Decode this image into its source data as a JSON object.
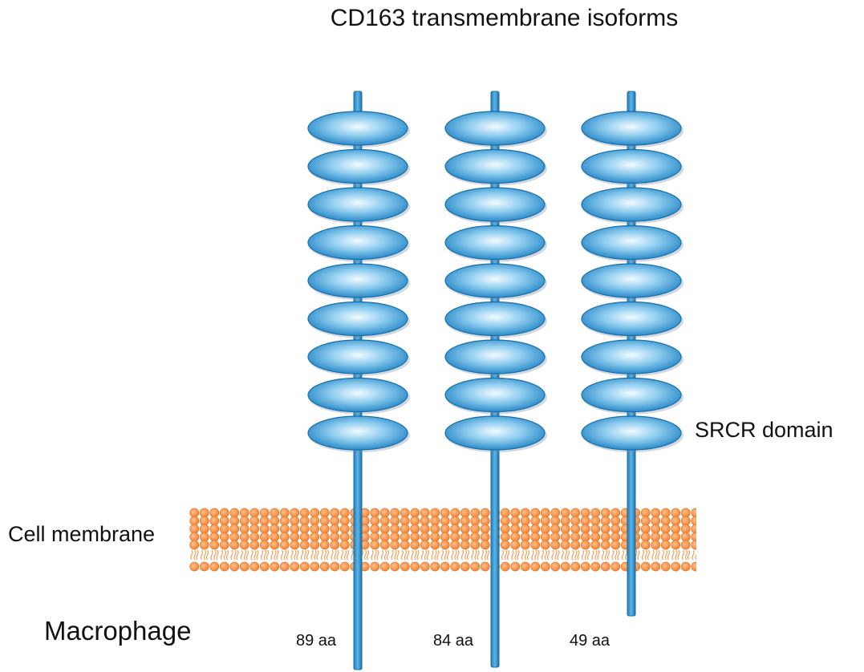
{
  "title": "CD163 transmembrane isoforms",
  "labels": {
    "srcr_domain": "SRCR domain",
    "cell_membrane": "Cell membrane",
    "cell_type": "Macrophage"
  },
  "isoforms": [
    {
      "cytoplasmic_tail": "89 aa",
      "srcr_domain_count": 9
    },
    {
      "cytoplasmic_tail": "84 aa",
      "srcr_domain_count": 9
    },
    {
      "cytoplasmic_tail": "49 aa",
      "srcr_domain_count": 9
    }
  ],
  "colors": {
    "domain_fill": "#1a7fc1",
    "domain_highlight": "#f2fbff",
    "stalk": "#2e8fce",
    "membrane_head": "#f58a3c",
    "membrane_tail": "#f2a05c",
    "text": "#111111"
  }
}
